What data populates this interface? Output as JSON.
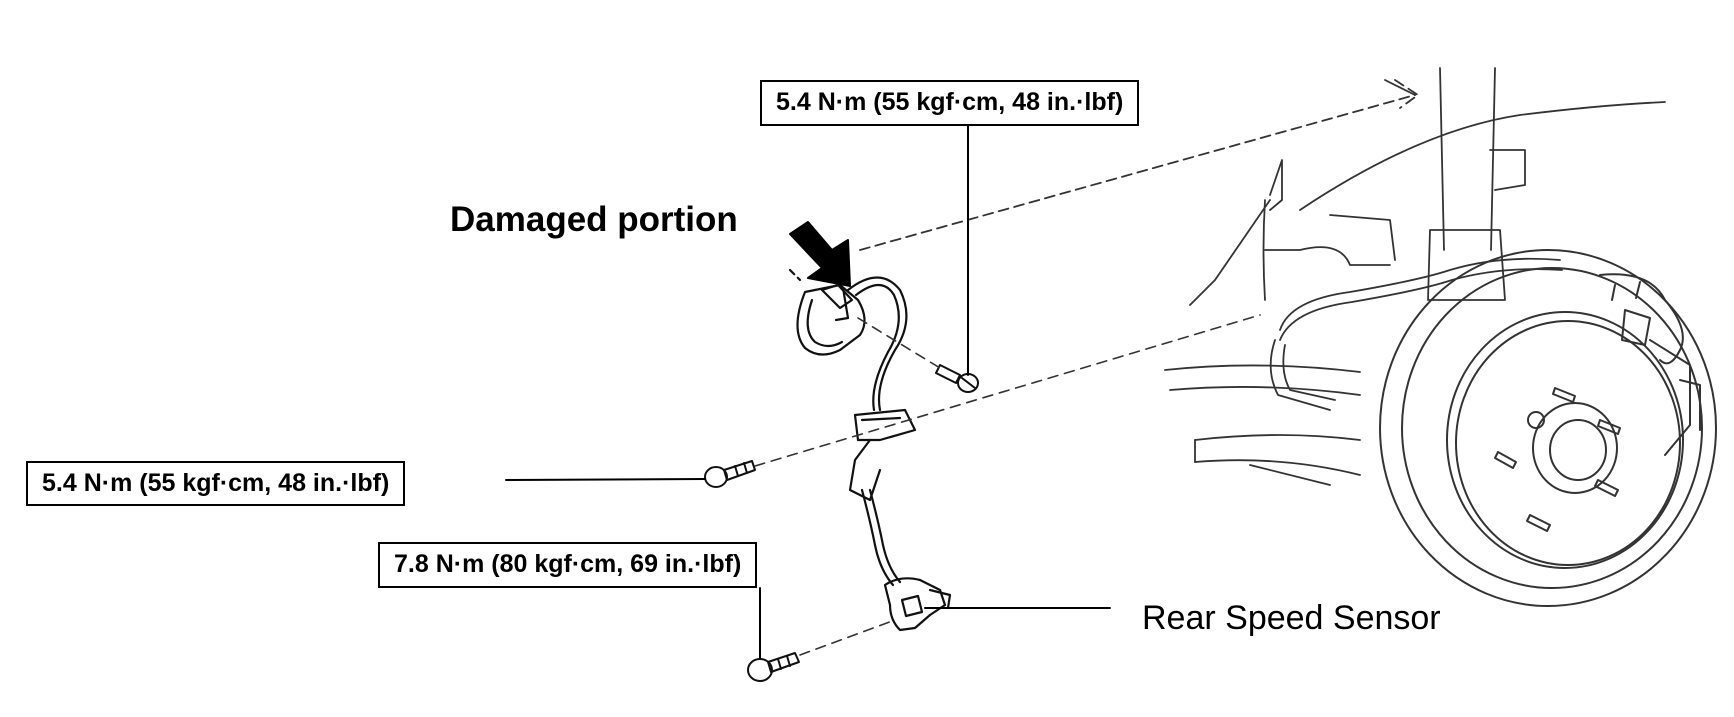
{
  "labels": {
    "damaged_portion": "Damaged portion",
    "rear_speed_sensor": "Rear Speed Sensor"
  },
  "torque_specs": {
    "top": "5.4 N·m (55 kgf·cm, 48 in.·lbf)",
    "middle": "5.4 N·m (55 kgf·cm, 48 in.·lbf)",
    "bottom": "7.8 N·m (80 kgf·cm, 69 in.·lbf)"
  },
  "colors": {
    "ink": "#000000",
    "background": "#ffffff"
  }
}
